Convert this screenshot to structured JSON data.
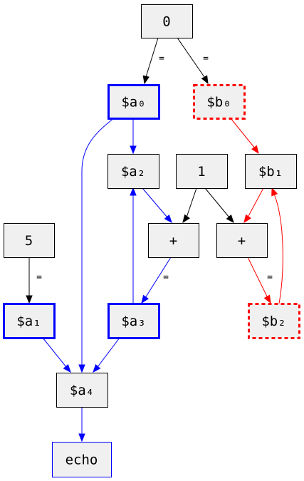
{
  "colors": {
    "black": "#000000",
    "blue": "#0000ff",
    "red": "#ff0000",
    "node_fill": "#f0f0f0"
  },
  "nodes": [
    {
      "id": "n0",
      "label": "0",
      "style": "plain"
    },
    {
      "id": "a0",
      "label": "$a₀",
      "style": "blue-bold"
    },
    {
      "id": "b0",
      "label": "$b₀",
      "style": "red-dashed"
    },
    {
      "id": "a2",
      "label": "$a₂",
      "style": "plain"
    },
    {
      "id": "n1",
      "label": "1",
      "style": "plain"
    },
    {
      "id": "b1",
      "label": "$b₁",
      "style": "plain"
    },
    {
      "id": "n5",
      "label": "5",
      "style": "plain"
    },
    {
      "id": "pl1",
      "label": "+",
      "style": "plain"
    },
    {
      "id": "pl2",
      "label": "+",
      "style": "plain"
    },
    {
      "id": "a1",
      "label": "$a₁",
      "style": "blue-bold"
    },
    {
      "id": "a3",
      "label": "$a₃",
      "style": "blue-bold"
    },
    {
      "id": "b2",
      "label": "$b₂",
      "style": "red-dashed"
    },
    {
      "id": "a4",
      "label": "$a₄",
      "style": "plain"
    },
    {
      "id": "echo",
      "label": "echo",
      "style": "blue-thin"
    }
  ],
  "edges": [
    {
      "from": "n0",
      "to": "a0",
      "color": "black",
      "label": "="
    },
    {
      "from": "n0",
      "to": "b0",
      "color": "black",
      "label": "="
    },
    {
      "from": "a0",
      "to": "a2",
      "color": "blue",
      "label": ""
    },
    {
      "from": "a0",
      "to": "a4",
      "color": "blue",
      "label": ""
    },
    {
      "from": "b0",
      "to": "b1",
      "color": "red",
      "label": ""
    },
    {
      "from": "a2",
      "to": "pl1",
      "color": "blue",
      "label": ""
    },
    {
      "from": "n1",
      "to": "pl1",
      "color": "black",
      "label": ""
    },
    {
      "from": "n1",
      "to": "pl2",
      "color": "black",
      "label": ""
    },
    {
      "from": "b1",
      "to": "pl2",
      "color": "red",
      "label": ""
    },
    {
      "from": "n5",
      "to": "a1",
      "color": "black",
      "label": "="
    },
    {
      "from": "pl1",
      "to": "a3",
      "color": "blue",
      "label": "="
    },
    {
      "from": "a3",
      "to": "a2",
      "color": "blue",
      "label": ""
    },
    {
      "from": "pl2",
      "to": "b2",
      "color": "red",
      "label": "="
    },
    {
      "from": "b2",
      "to": "b1",
      "color": "red",
      "label": ""
    },
    {
      "from": "a1",
      "to": "a4",
      "color": "blue",
      "label": ""
    },
    {
      "from": "a3",
      "to": "a4",
      "color": "blue",
      "label": ""
    },
    {
      "from": "a4",
      "to": "echo",
      "color": "blue",
      "label": ""
    }
  ]
}
